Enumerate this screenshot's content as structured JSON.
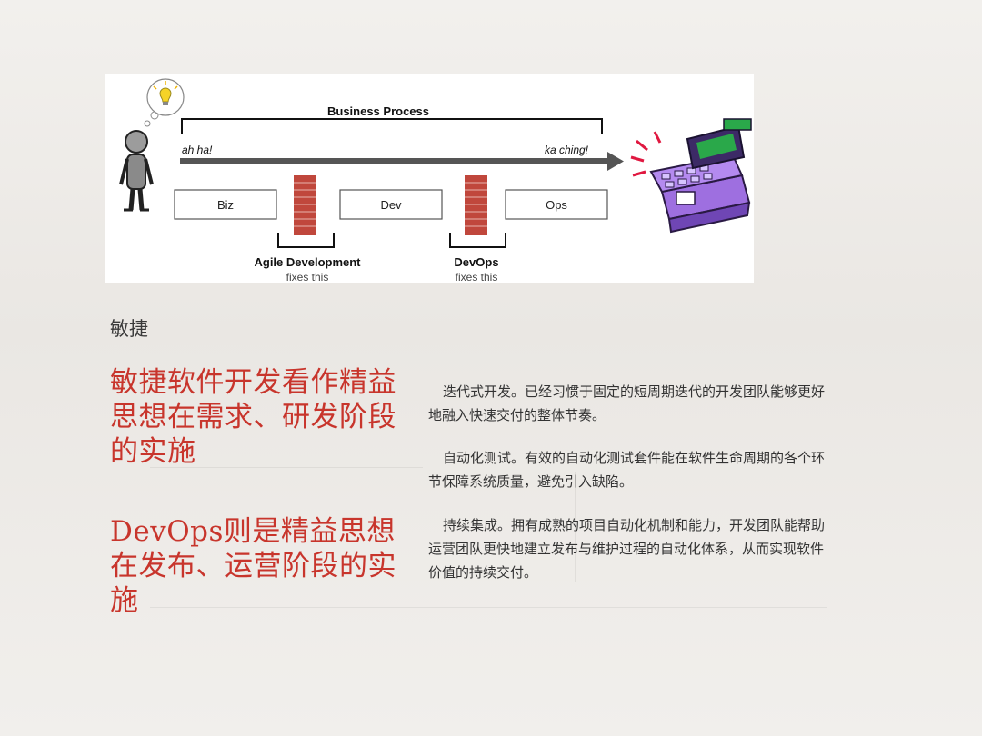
{
  "figure": {
    "business_process": "Business Process",
    "ah_ha": "ah ha!",
    "ka_ching": "ka ching!",
    "stages": [
      "Biz",
      "Dev",
      "Ops"
    ],
    "agile_title": "Agile Development",
    "agile_sub": "fixes this",
    "devops_title": "DevOps",
    "devops_sub": "fixes this",
    "icons": [
      "person-icon",
      "lightbulb-icon",
      "brick-wall-icon",
      "cash-register-icon"
    ],
    "colors": {
      "arrow": "#555555",
      "brick": "#c0473c",
      "register": "#8a5fcf",
      "screen": "#2aa84a"
    }
  },
  "section_label": "敏捷",
  "headlines": [
    "敏捷软件开发看作精益思想在需求、研发阶段的实施",
    "DevOps则是精益思想在发布、运营阶段的实施"
  ],
  "paragraphs": [
    "迭代式开发。已经习惯于固定的短周期迭代的开发团队能够更好地融入快速交付的整体节奏。",
    "自动化测试。有效的自动化测试套件能在软件生命周期的各个环节保障系统质量，避免引入缺陷。",
    "持续集成。拥有成熟的项目自动化机制和能力，开发团队能帮助运营团队更快地建立发布与维护过程的自动化体系，从而实现软件价值的持续交付。"
  ],
  "accent_color": "#c8352c"
}
